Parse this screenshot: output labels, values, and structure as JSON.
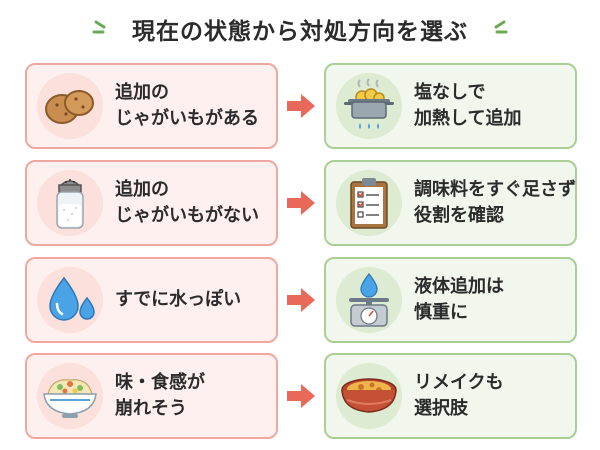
{
  "title": "現在の状態から対処方向を選ぶ",
  "colors": {
    "left_border": "#eea89f",
    "left_bg": "#fdf0ee",
    "right_border": "#a9cf97",
    "right_bg": "#f1f7ec",
    "arrow": "#e8685a",
    "title_deco": "#6aaa52"
  },
  "rows": [
    {
      "situation": {
        "lines": [
          "追加の",
          "じゃがいもがある"
        ],
        "icon": "potatoes-icon"
      },
      "action": {
        "lines": [
          "塩なしで",
          "加熱して追加"
        ],
        "icon": "boiling-pot-icon"
      }
    },
    {
      "situation": {
        "lines": [
          "追加の",
          "じゃがいもがない"
        ],
        "icon": "salt-shaker-icon"
      },
      "action": {
        "lines": [
          "調味料をすぐ足さず",
          "役割を確認"
        ],
        "icon": "checklist-clipboard-icon"
      }
    },
    {
      "situation": {
        "lines": [
          "すでに水っぽい"
        ],
        "icon": "water-drops-icon"
      },
      "action": {
        "lines": [
          "液体追加は",
          "慎重に"
        ],
        "icon": "water-scale-icon"
      }
    },
    {
      "situation": {
        "lines": [
          "味・食感が",
          "崩れそう"
        ],
        "icon": "potato-salad-bowl-icon"
      },
      "action": {
        "lines": [
          "リメイクも",
          "選択肢"
        ],
        "icon": "gratin-dish-icon"
      }
    }
  ]
}
